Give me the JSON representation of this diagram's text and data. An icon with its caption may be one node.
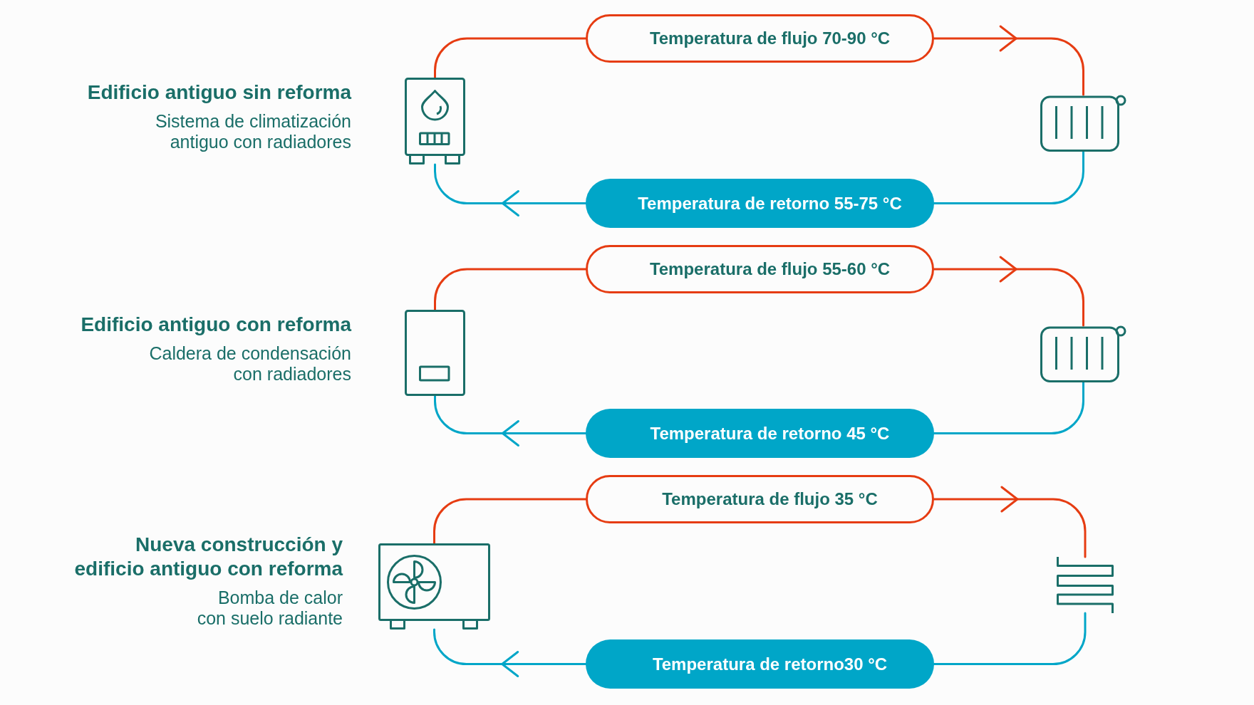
{
  "diagram": {
    "nodes": [
      {
        "text": [],
        "shape": "picture",
        "beside": [
          "Edificio antiguo sin reforma",
          "Sistema de climatización antiguo con radiadores"
        ]
      },
      {
        "text": [
          "Temperatura de flujo 70-90 °C"
        ]
      },
      {
        "text": [],
        "shape": "picture"
      },
      {
        "text": [
          "Temperatura de retorno 55-75 °C"
        ]
      },
      {
        "text": [],
        "shape": "picture",
        "beside": [
          "Edificio antiguo con reforma",
          "Caldera de condensación con radiadores"
        ]
      },
      {
        "text": [
          "Temperatura de flujo 55-60 °C"
        ]
      },
      {
        "text": [],
        "shape": "picture"
      },
      {
        "text": [
          "Temperatura de retorno 45 °C"
        ]
      },
      {
        "text": [],
        "shape": "picture",
        "beside": [
          "Nueva construcción y edificio antiguo con reforma",
          "Bomba de calor con suelo radiante"
        ]
      },
      {
        "text": [
          "Temperatura de flujo 35 °C"
        ]
      },
      {
        "text": [],
        "shape": "picture"
      },
      {
        "text": [
          "Temperatura de retorno30 °C"
        ]
      }
    ],
    "edges": [
      {
        "from": 0,
        "to": 1,
        "arrow": "none",
        "color": "#e63c12"
      },
      {
        "from": 1,
        "to": 2,
        "arrow": "to",
        "color": "#e63c12"
      },
      {
        "from": 2,
        "to": 3,
        "arrow": "none",
        "color": "#00a6c8"
      },
      {
        "from": 3,
        "to": 0,
        "arrow": "to",
        "color": "#00a6c8"
      },
      {
        "from": 4,
        "to": 5,
        "arrow": "none",
        "color": "#e63c12"
      },
      {
        "from": 5,
        "to": 6,
        "arrow": "to",
        "color": "#e63c12"
      },
      {
        "from": 6,
        "to": 7,
        "arrow": "none",
        "color": "#00a6c8"
      },
      {
        "from": 7,
        "to": 4,
        "arrow": "to",
        "color": "#00a6c8"
      },
      {
        "from": 8,
        "to": 9,
        "arrow": "none",
        "color": "#e63c12"
      },
      {
        "from": 9,
        "to": 10,
        "arrow": "to",
        "color": "#e63c12"
      },
      {
        "from": 10,
        "to": 11,
        "arrow": "none",
        "color": "#00a6c8"
      },
      {
        "from": 11,
        "to": 8,
        "arrow": "to",
        "color": "#00a6c8"
      }
    ]
  }
}
